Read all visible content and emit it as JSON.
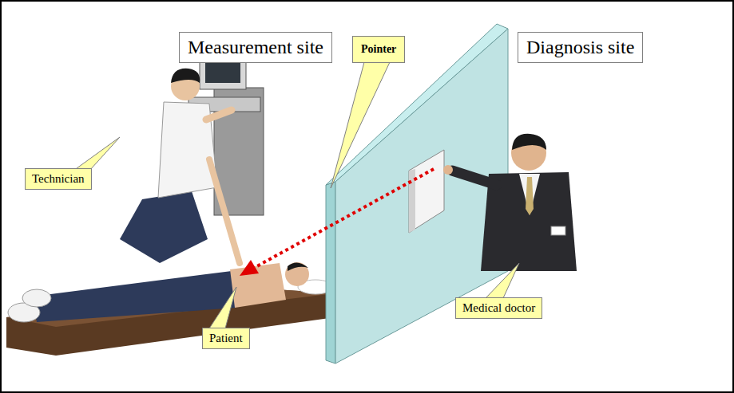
{
  "diagram": {
    "nodes": [
      {
        "text": [
          "Measurement site"
        ]
      },
      {
        "text": [
          "Pointer"
        ]
      },
      {
        "text": [
          "Diagnosis site"
        ]
      },
      {
        "text": [
          "Technician"
        ]
      },
      {
        "text": [
          "Medical doctor"
        ]
      },
      {
        "text": [
          "Patient"
        ]
      }
    ]
  }
}
